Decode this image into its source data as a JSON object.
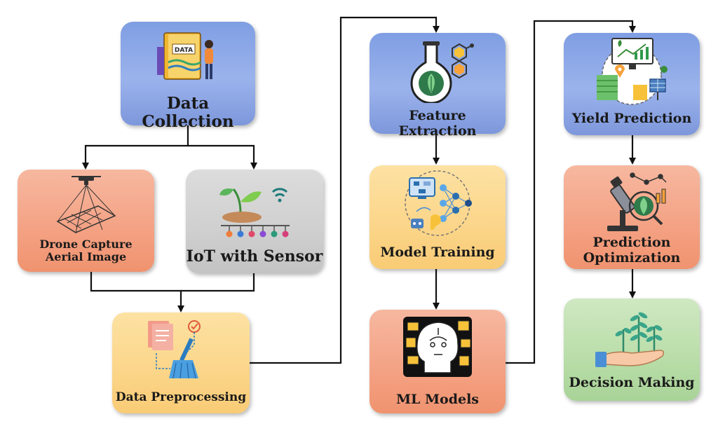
{
  "nodes": {
    "data_collection": "Data Collection",
    "drone_capture": [
      "Drone Capture",
      "Aerial Image"
    ],
    "iot_sensor": "IoT with Sensor",
    "data_preprocessing": "Data Preprocessing",
    "feature_extraction": "Feature Extraction",
    "model_training": "Model Training",
    "ml_models": "ML Models",
    "yield_prediction": "Yield Prediction",
    "prediction_optimization": [
      "Prediction",
      "Optimization"
    ],
    "decision_making": "Decision Making"
  },
  "icons": {
    "data_collection": "data-book-icon",
    "drone_capture": "drone-icon",
    "iot_sensor": "iot-plant-sensor-icon",
    "data_preprocessing": "broom-cleaning-icon",
    "feature_extraction": "flask-leaf-icon",
    "model_training": "neural-network-icon",
    "ml_models": "ai-head-icon",
    "yield_prediction": "farm-dashboard-icon",
    "prediction_optimization": "microscope-icon",
    "decision_making": "hand-plants-icon"
  },
  "icon_text": {
    "data_book": "DATA"
  },
  "colors": {
    "blue": "#8ba6e6",
    "orange": "#f4a183",
    "grey": "#d0d0d0",
    "yellow": "#fbd589",
    "green": "#b9dda8",
    "arrow": "#111111"
  }
}
